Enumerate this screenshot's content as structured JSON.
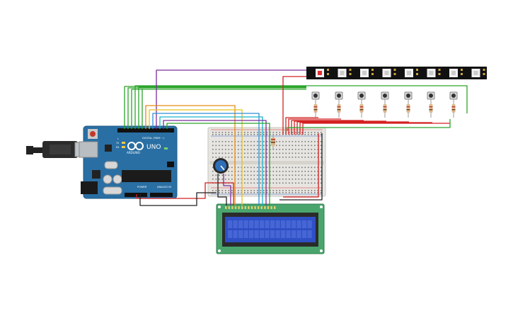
{
  "arduino": {
    "brand": "ARDUINO",
    "model": "UNO",
    "digital_label": "DIGITAL (PWM ~)",
    "power_label": "POWER",
    "analog_label": "ANALOG IN",
    "tx_label": "TX",
    "rx_label": "RX",
    "l_label": "L"
  },
  "colors": {
    "board": "#2a6fa3",
    "breadboard": "#e7e5e1",
    "lcd_pcb": "#4aa56d",
    "lcd_screen": "#2f4fc4",
    "led_strip": "#111111",
    "wire_green": "#2aa52a",
    "wire_purple": "#7a2d9c",
    "wire_orange": "#e88a10",
    "wire_yellow": "#e6c21c",
    "wire_blue": "#2f8fd6",
    "wire_red": "#d42020",
    "wire_black": "#222222",
    "wire_cyan": "#17b5c9"
  },
  "icons": [
    "usb-cable-icon",
    "potentiometer-icon",
    "pushbutton-icon",
    "resistor-icon",
    "led-pixel-icon"
  ]
}
